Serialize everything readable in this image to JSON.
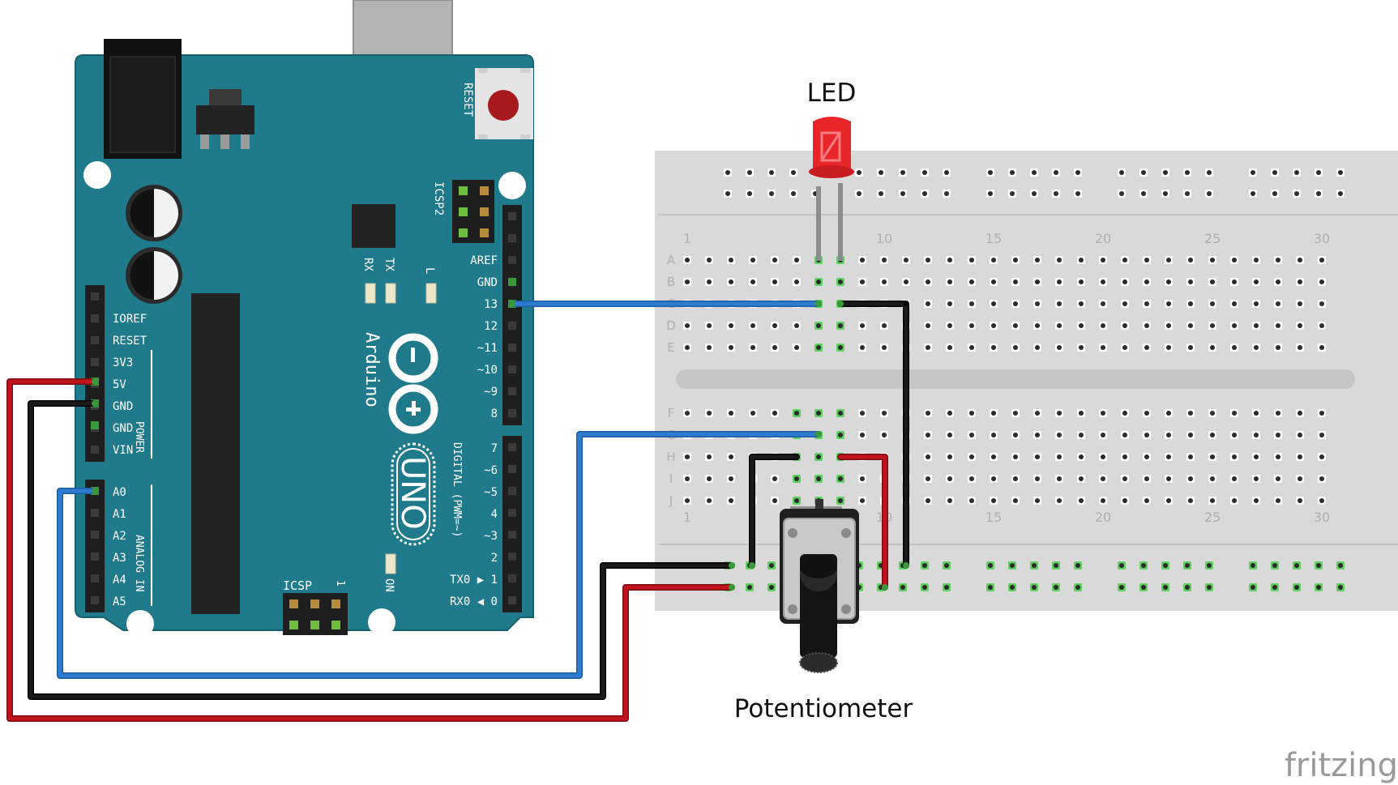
{
  "arduino": {
    "brand": "Arduino",
    "model": "UNO",
    "reset_label": "RESET",
    "icsp2_label": "ICSP2",
    "icsp_label": "ICSP",
    "icsp_pin1_label": "1",
    "led_labels": {
      "rx": "RX",
      "tx": "TX",
      "l": "L",
      "on": "ON"
    },
    "power_group_label": "POWER",
    "analog_group_label": "ANALOG IN",
    "digital_group_label": "DIGITAL (PWM=~)",
    "power_pins": [
      "IOREF",
      "RESET",
      "3V3",
      "5V",
      "GND",
      "GND",
      "VIN"
    ],
    "analog_pins": [
      "A0",
      "A1",
      "A2",
      "A3",
      "A4",
      "A5"
    ],
    "digital_pins_top": [
      "AREF",
      "GND",
      "13",
      "12",
      "~11",
      "~10",
      "~9",
      "8"
    ],
    "digital_pins_bottom": [
      "7",
      "~6",
      "~5",
      "4",
      "~3",
      "2",
      "TX0 ▶ 1",
      "RX0 ◀ 0"
    ]
  },
  "breadboard": {
    "row_letters_top": [
      "A",
      "B",
      "C",
      "D",
      "E"
    ],
    "row_letters_bottom": [
      "F",
      "G",
      "H",
      "I",
      "J"
    ],
    "column_numbers": [
      "1",
      "10",
      "15",
      "20",
      "25",
      "30"
    ]
  },
  "components": {
    "led_label": "LED",
    "potentiometer_label": "Potentiometer"
  },
  "colors": {
    "board": "#1f7a8c",
    "breadboard": "#d9d9d9",
    "wire_red": "#c0141c",
    "wire_black": "#1a1a1a",
    "wire_blue": "#2e7bcf",
    "led": "#e8262a",
    "hole_active": "#5fcf5f"
  },
  "watermark": "fritzing"
}
